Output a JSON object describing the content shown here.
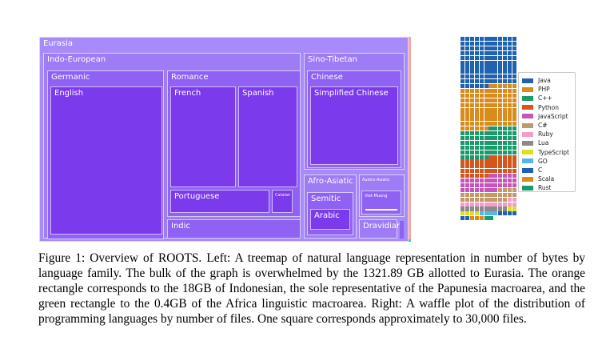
{
  "colors": {
    "eurasia": "#a78bfa",
    "family": "#9d7cf6",
    "genus": "#8f62f4",
    "language": "#7c3aed",
    "indonesian_bar": "#f9a8a0",
    "africa_bar": "#34d399"
  },
  "chart_data": [
    {
      "type": "treemap",
      "units": "GB",
      "total": 1321.89,
      "nodes": [
        {
          "name": "Eurasia",
          "level": 0,
          "children": [
            {
              "name": "Indo-European",
              "level": 1,
              "children": [
                {
                  "name": "Germanic",
                  "level": 2,
                  "children": [
                    {
                      "name": "English",
                      "level": 3
                    }
                  ]
                },
                {
                  "name": "Romance",
                  "level": 2,
                  "children": [
                    {
                      "name": "French",
                      "level": 3
                    },
                    {
                      "name": "Spanish",
                      "level": 3
                    },
                    {
                      "name": "Portuguese",
                      "level": 3
                    },
                    {
                      "name": "Catalan",
                      "level": 3
                    }
                  ]
                },
                {
                  "name": "Indic",
                  "level": 2
                }
              ]
            },
            {
              "name": "Sino-Tibetan",
              "level": 1,
              "children": [
                {
                  "name": "Chinese",
                  "level": 2,
                  "children": [
                    {
                      "name": "Simplified Chinese",
                      "level": 3
                    }
                  ]
                }
              ]
            },
            {
              "name": "Afro-Asiatic",
              "level": 1,
              "children": [
                {
                  "name": "Semitic",
                  "level": 2,
                  "children": [
                    {
                      "name": "Arabic",
                      "level": 3
                    }
                  ]
                }
              ]
            },
            {
              "name": "Austro-Asiatic",
              "level": 1,
              "children": [
                {
                  "name": "Viet-Muong",
                  "level": 2
                }
              ]
            },
            {
              "name": "Dravidian",
              "level": 1
            }
          ]
        }
      ]
    },
    {
      "type": "waffle",
      "squares_per_row": 12,
      "legend": [
        "Java",
        "PHP",
        "C++",
        "Python",
        "JavaScript",
        "C#",
        "Ruby",
        "Lua",
        "TypeScript",
        "GO",
        "C",
        "Scala",
        "Rust"
      ],
      "series": [
        {
          "name": "Java",
          "color": "#1f63b0",
          "squares": 126
        },
        {
          "name": "PHP",
          "color": "#d98b1c",
          "squares": 108
        },
        {
          "name": "C++",
          "color": "#1a9a6c",
          "squares": 72
        },
        {
          "name": "Python",
          "color": "#d4561a",
          "squares": 48
        },
        {
          "name": "JavaScript",
          "color": "#c754b8",
          "squares": 38
        },
        {
          "name": "C#",
          "color": "#c19a6b",
          "squares": 26
        },
        {
          "name": "Ruby",
          "color": "#f29ec8",
          "squares": 14
        },
        {
          "name": "Lua",
          "color": "#8a8a8a",
          "squares": 10
        },
        {
          "name": "TypeScript",
          "color": "#dede24",
          "squares": 6
        },
        {
          "name": "GO",
          "color": "#56b4e9",
          "squares": 4
        },
        {
          "name": "C",
          "color": "#1f63b0",
          "squares": 6
        },
        {
          "name": "Scala",
          "color": "#d98b1c",
          "squares": 3
        },
        {
          "name": "Rust",
          "color": "#1a9a6c",
          "squares": 2
        }
      ]
    }
  ],
  "caption": "Figure 1: Overview of ROOTS. Left: A treemap of natural language representation in number of bytes by language family. The bulk of the graph is overwhelmed by the 1321.89 GB allotted to Eurasia. The orange rectangle corresponds to the 18GB of Indonesian, the sole representative of the Papunesia macroarea, and the green rectangle to the 0.4GB of the Africa linguistic macroarea. Right: A waffle plot of the distribution of programming languages by number of files. One square corresponds approximately to 30,000 files."
}
